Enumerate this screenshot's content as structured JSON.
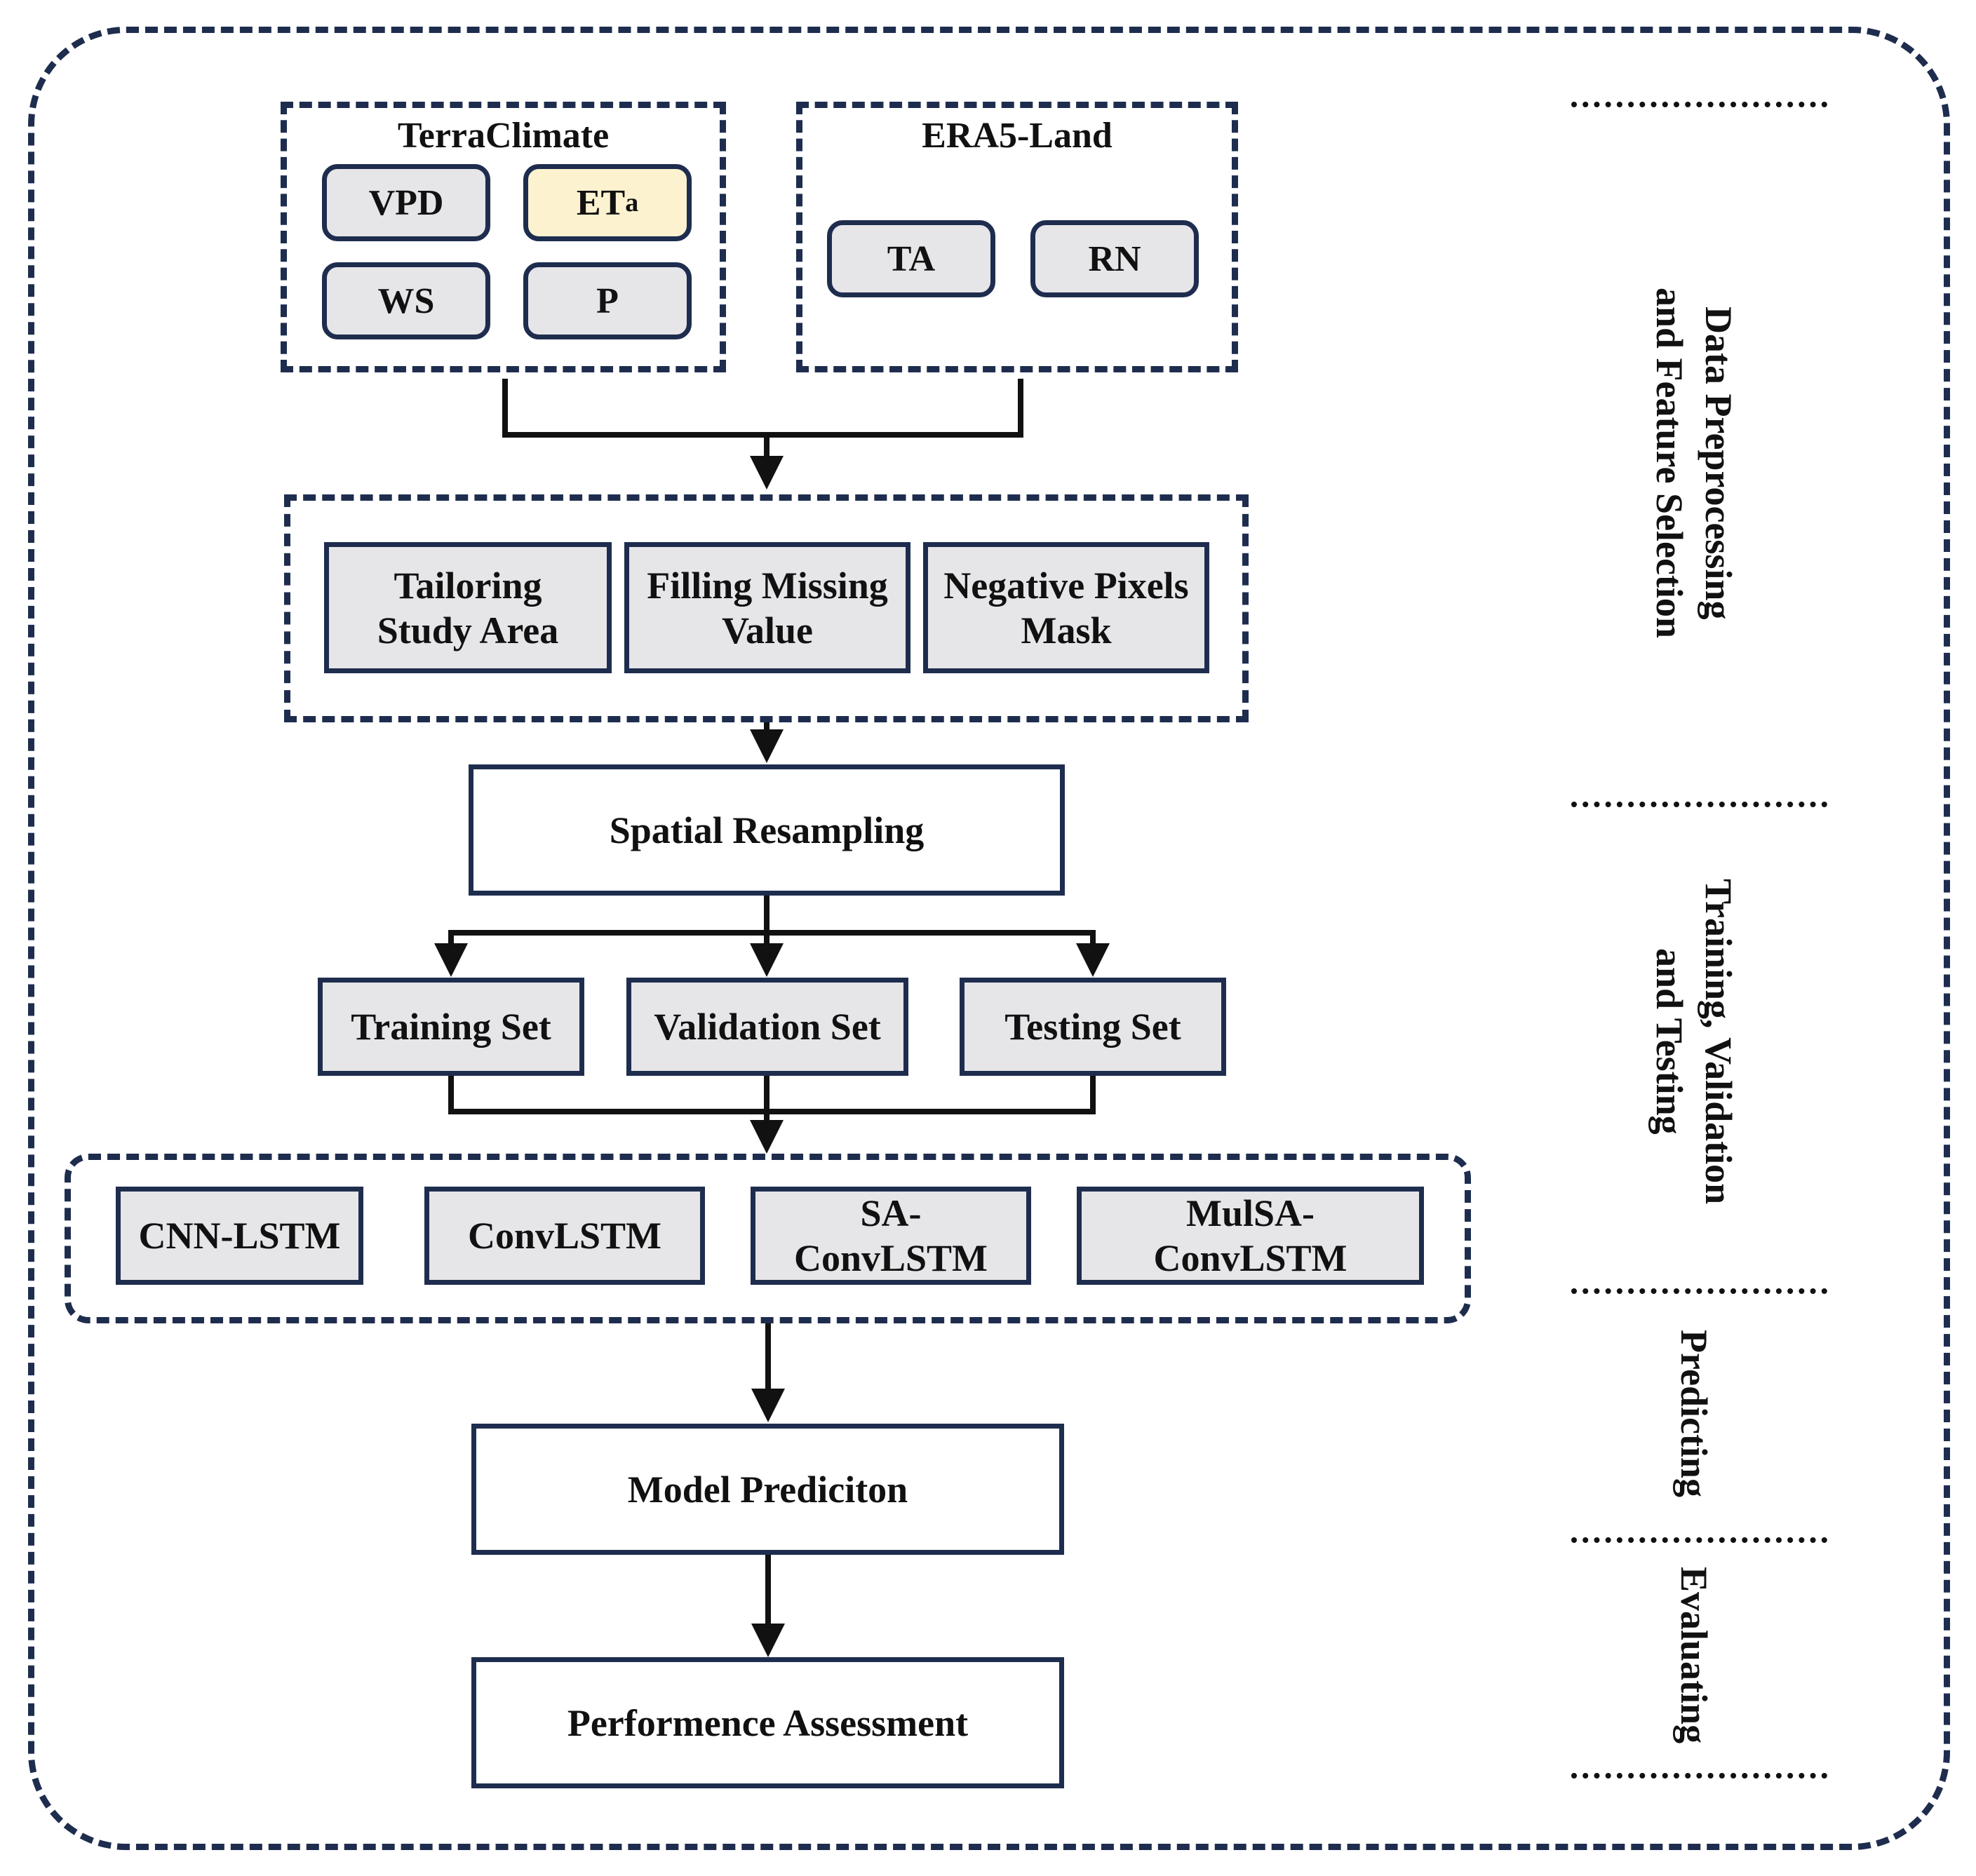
{
  "sources": {
    "terraclimate": {
      "title": "TerraClimate",
      "vars": {
        "vpd": "VPD",
        "eta_base": "ET",
        "eta_sub": "a",
        "ws": "WS",
        "p": "P"
      }
    },
    "era5": {
      "title": "ERA5-Land",
      "vars": {
        "ta": "TA",
        "rn": "RN"
      }
    }
  },
  "preprocessing": {
    "tailoring": [
      "Tailoring",
      "Study Area"
    ],
    "filling": [
      "Filling Missing",
      "Value"
    ],
    "negative": [
      "Negative Pixels",
      "Mask"
    ]
  },
  "resampling": "Spatial Resampling",
  "splits": {
    "training": "Training Set",
    "validation": "Validation Set",
    "testing": "Testing Set"
  },
  "models": {
    "cnn_lstm": "CNN-LSTM",
    "convlstm": "ConvLSTM",
    "sa_convlstm": [
      "SA-",
      "ConvLSTM"
    ],
    "mulsa_convlstm": [
      "MulSA-",
      "ConvLSTM"
    ]
  },
  "prediction": "Model Prediciton",
  "assessment": "Performence Assessment",
  "stages": {
    "preprocessing": "Data Preprocessing\nand Feature Selection",
    "training": "Training, Validation\nand Testing",
    "predicting": "Predicting",
    "evaluating": "Evaluating"
  },
  "colors": {
    "frame": "#1e2d4e",
    "box_fill": "#e6e5e8",
    "highlight_fill": "#fcf2cf"
  }
}
